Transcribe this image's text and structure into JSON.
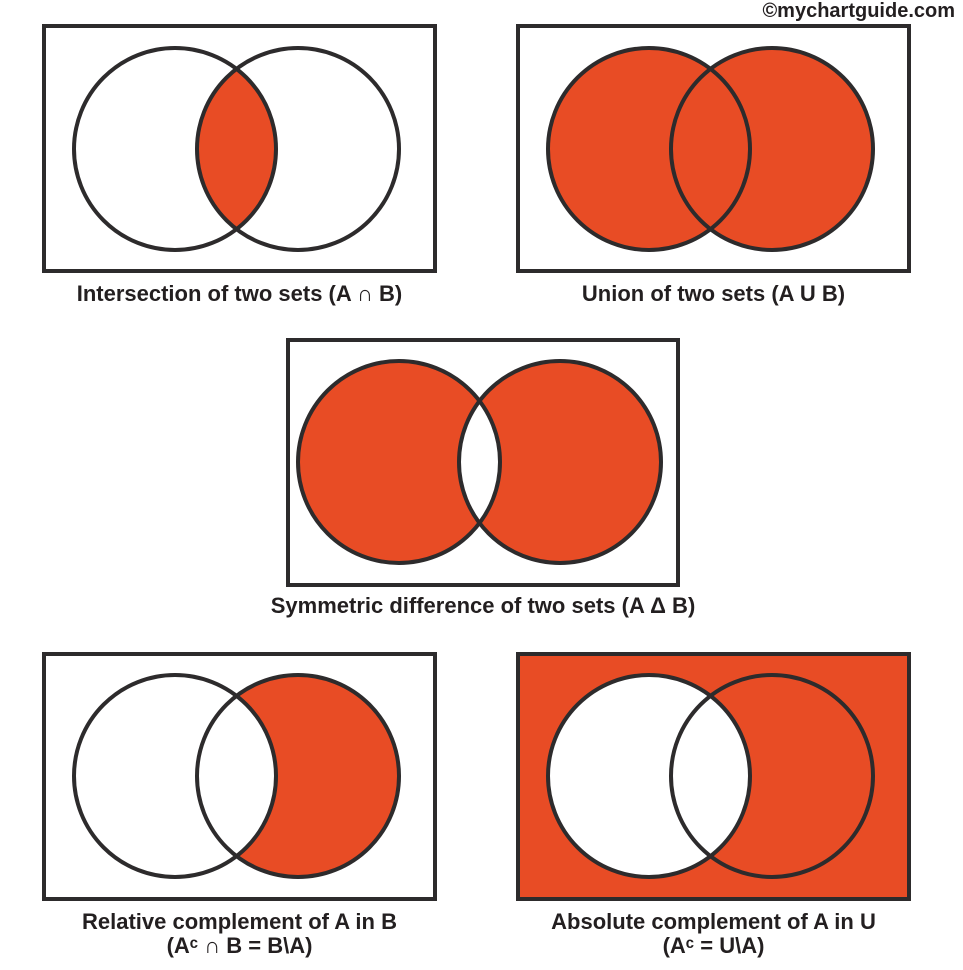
{
  "watermark": "©mychartguide.com",
  "colors": {
    "fill": "#e84c25",
    "stroke": "#2d2b2c",
    "background": "#ffffff"
  },
  "diagrams": [
    {
      "id": "intersection",
      "caption": "Intersection of two sets (A ∩ B)",
      "shaded": "A∩B"
    },
    {
      "id": "union",
      "caption": "Union of two sets (A U B)",
      "shaded": "A∪B"
    },
    {
      "id": "symmetric-difference",
      "caption": "Symmetric difference of two sets (A  Δ B)",
      "shaded": "AΔB"
    },
    {
      "id": "relative-complement",
      "caption": "Relative complement of A in B",
      "formula": "(Aᶜ ∩ B = B\\A)",
      "shaded": "B\\A"
    },
    {
      "id": "absolute-complement",
      "caption": "Absolute complement of A in U",
      "formula": "(Aᶜ =  U\\A)",
      "shaded": "U\\A"
    }
  ]
}
